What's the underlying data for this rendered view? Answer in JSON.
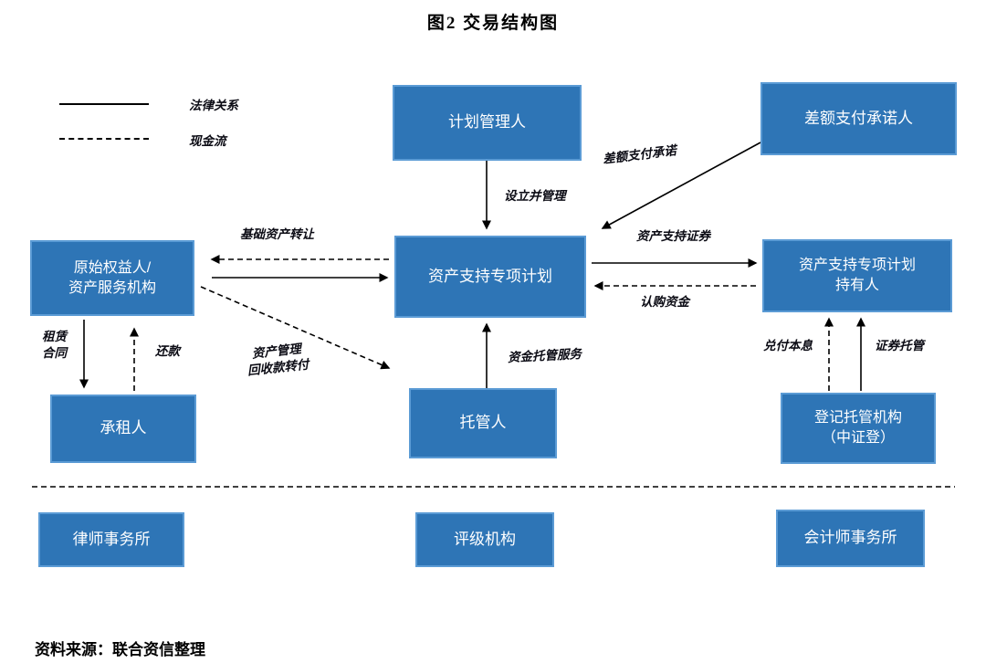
{
  "title": "图2  交易结构图",
  "legend": {
    "solid_label": "法律关系",
    "dashed_label": "现金流"
  },
  "colors": {
    "box_fill": "#2e75b6",
    "box_border": "#5b9bd5",
    "box_text": "#ffffff",
    "line": "#000000"
  },
  "nodes": {
    "plan_manager": {
      "label": "计划管理人"
    },
    "diff_payment_promisor": {
      "label": "差额支付承诺人"
    },
    "originator": {
      "line1": "原始权益人/",
      "line2": "资产服务机构"
    },
    "abs_plan": {
      "label": "资产支持专项计划"
    },
    "holders": {
      "line1": "资产支持专项计划",
      "line2": "持有人"
    },
    "lessee": {
      "label": "承租人"
    },
    "custodian": {
      "label": "托管人"
    },
    "registrar": {
      "line1": "登记托管机构",
      "line2": "（中证登）"
    },
    "law_firm": {
      "label": "律师事务所"
    },
    "rating_agency": {
      "label": "评级机构"
    },
    "accounting_firm": {
      "label": "会计师事务所"
    }
  },
  "edges": {
    "establish_manage": "设立并管理",
    "diff_payment_commitment": "差额支付承诺",
    "asset_transfer": "基础资产转让",
    "abs_securities": "资产支持证券",
    "subscription_funds": "认购资金",
    "lease_line1": "租赁",
    "lease_line2": "合同",
    "repayment": "还款",
    "recovery_line1": "资产管理",
    "recovery_line2": "回收款转付",
    "fund_custody": "资金托管服务",
    "principal_interest": "兑付本息",
    "securities_custody": "证券托管"
  },
  "source": "资料来源：联合资信整理"
}
